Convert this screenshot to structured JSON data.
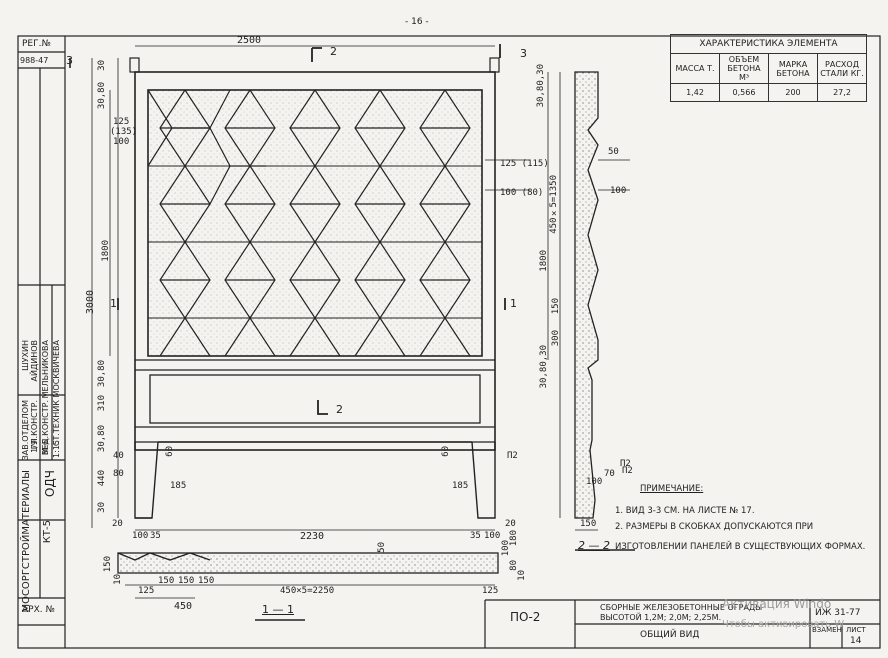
{
  "page_number": "- 16 -",
  "left_column": {
    "reg_label": "РЕГ.№",
    "reg_value": "988-47",
    "org_name": "МОСОРГСТРОЙМАТЕРИАЛЫ",
    "org_code": "КТ-5",
    "dept": "ОДЧ",
    "num_value": "1/9",
    "staff": [
      {
        "role": "ЗАВ.ОТДЕЛОМ",
        "name": "ШУХИН"
      },
      {
        "role": "ГЛ.КОНСТР.",
        "name": "АЙДИНОВ"
      },
      {
        "role": "ВЕД.КОНСТР.",
        "name": "МЕЛЬНИКОВА"
      },
      {
        "role": "СТ.ТЕХНИК",
        "name": "МОСКВИЧЕВА"
      }
    ],
    "codes": [
      "М-6",
      "1:15"
    ],
    "archive_label": "АРХ. №"
  },
  "dimensions": {
    "width_top": "2500",
    "height_total": "3000",
    "h_1800": "1800",
    "h_125_135": "125",
    "h_135": "(135)",
    "h_100": "100",
    "right_125": "125 (115)",
    "right_100": "100 (80)",
    "bottom_2230": "2230",
    "bottom_35a": "35",
    "bottom_35b": "35",
    "bottom_100a": "100",
    "bottom_100b": "100",
    "bottom_20a": "20",
    "bottom_20b": "20",
    "d_185a": "185",
    "d_185b": "185",
    "d_60a": "60",
    "d_60b": "60",
    "d_80": "80",
    "d_30": "30",
    "d_40": "40",
    "d_440": "440",
    "d_310": "310",
    "d_80b": "30,80",
    "d_30c": "30",
    "d_30d": "30,80",
    "d_3080": "30,80",
    "section_label": "2",
    "section_label2": "2",
    "section3": "3",
    "section3b": "3",
    "section1": "1",
    "section1b": "1",
    "p2a": "П2",
    "p2b": "П2",
    "sec11_dims": [
      "125",
      "150",
      "150",
      "150",
      "450×5=2250",
      "125"
    ],
    "sec11_450": "450",
    "sec11_50": "50",
    "sec11_left": [
      "150",
      "10"
    ],
    "sec11_right": [
      "100",
      "180",
      "80",
      "10"
    ],
    "sec22_dims": [
      "50",
      "100",
      "30,80,30",
      "450×5=1350",
      "1800",
      "150",
      "300",
      "30,80,30",
      "70",
      "100",
      "150"
    ],
    "sec22_p2": "П2"
  },
  "section_titles": {
    "sec11": "1 — 1",
    "sec22": "2 — 2"
  },
  "characteristics": {
    "title": "ХАРАКТЕРИСТИКА ЭЛЕМЕНТА",
    "headers": [
      "МАССА Т.",
      "ОБЪЕМ БЕТОНА М³",
      "МАРКА БЕТОНА",
      "РАСХОД СТАЛИ КГ."
    ],
    "values": [
      "1,42",
      "0,566",
      "200",
      "27,2"
    ]
  },
  "notes": {
    "title": "ПРИМЕЧАНИЕ:",
    "items": [
      "1. ВИД 3-3 СМ. НА ЛИСТЕ № 17.",
      "2. РАЗМЕРЫ В СКОБКАХ ДОПУСКАЮТСЯ ПРИ",
      "ИЗГОТОВЛЕНИИ ПАНЕЛЕЙ В СУЩЕСТВУЮЩИХ ФОРМАХ."
    ]
  },
  "title_block": {
    "mark": "ПО-2",
    "desc_line1": "СБОРНЫЕ ЖЕЛЕЗОБЕТОННЫЕ ОГРАДЫ",
    "desc_line2": "ВЫСОТОЙ 1,2М; 2,0М; 2,25М.",
    "view": "ОБЩИЙ ВИД",
    "code": "ИЖ 31-77",
    "replace_label": "ВЗАМЕН",
    "sheet_label": "ЛИСТ",
    "sheet_num": "14"
  },
  "watermark": {
    "line1": "Активация Windo",
    "line2": "Чтобы активировать W"
  }
}
